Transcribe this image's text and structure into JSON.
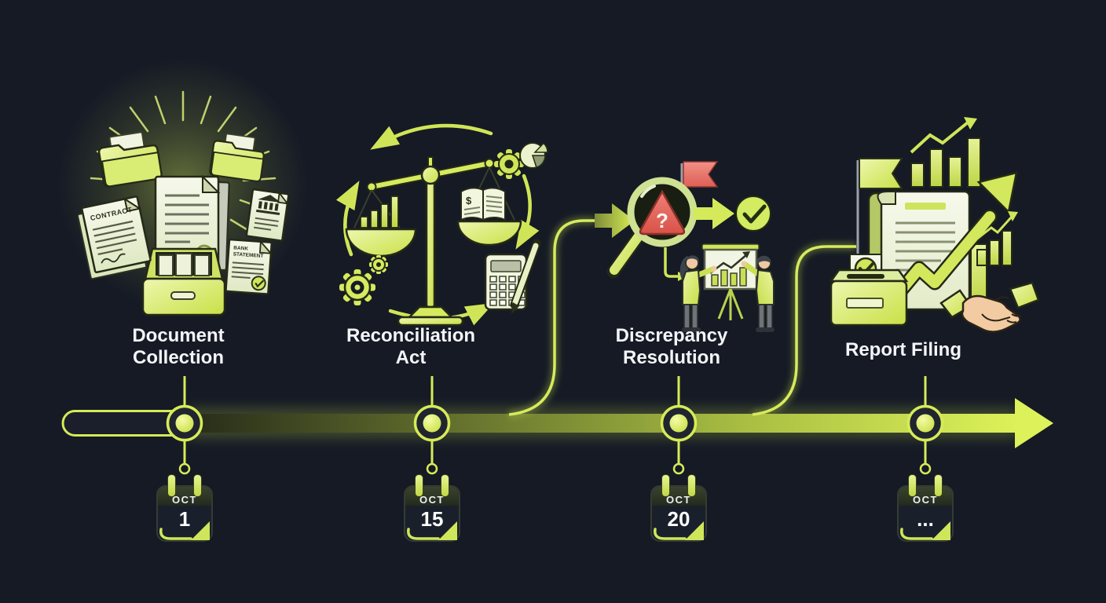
{
  "theme": {
    "background": "#151a25",
    "accent_lime_bright": "#dcf158",
    "accent_lime_mid": "#b7cd48",
    "accent_olive_dark": "#5f6b2c",
    "node_face_dark": "#20252f",
    "label_text": "#f3f5f8",
    "alert_red": "#df5f54",
    "paper": "#f2f5e2",
    "skin": "#f3cba3"
  },
  "timeline": {
    "direction": "left-to-right",
    "style": "glowing lime arrow track with ring nodes"
  },
  "stages": [
    {
      "id": "document-collection",
      "label_lines": [
        "Document",
        "Collection"
      ],
      "date": {
        "month": "OCT",
        "day": "1"
      },
      "icon": "archive-drawer-folders-documents-icon"
    },
    {
      "id": "reconciliation-act",
      "label_lines": [
        "Reconciliation",
        "Act"
      ],
      "date": {
        "month": "OCT",
        "day": "15"
      },
      "icon": "balance-scale-ledger-calculator-gears-icon"
    },
    {
      "id": "discrepancy-resolution",
      "label_lines": [
        "Discrepancy",
        "Resolution"
      ],
      "date": {
        "month": "OCT",
        "day": "20"
      },
      "icon": "magnifier-warning-flag-check-team-icon"
    },
    {
      "id": "report-filing",
      "label_lines": [
        "Report Filing"
      ],
      "date": {
        "month": "OCT",
        "day": "..."
      },
      "icon": "report-growth-handshake-submission-icon"
    }
  ],
  "illustration_text": {
    "contract_title": "CONTRACT",
    "bank_statement_line1": "BANK",
    "bank_statement_line2": "STATEMENT",
    "ledger_currency": "$",
    "alert_symbol": "?"
  }
}
